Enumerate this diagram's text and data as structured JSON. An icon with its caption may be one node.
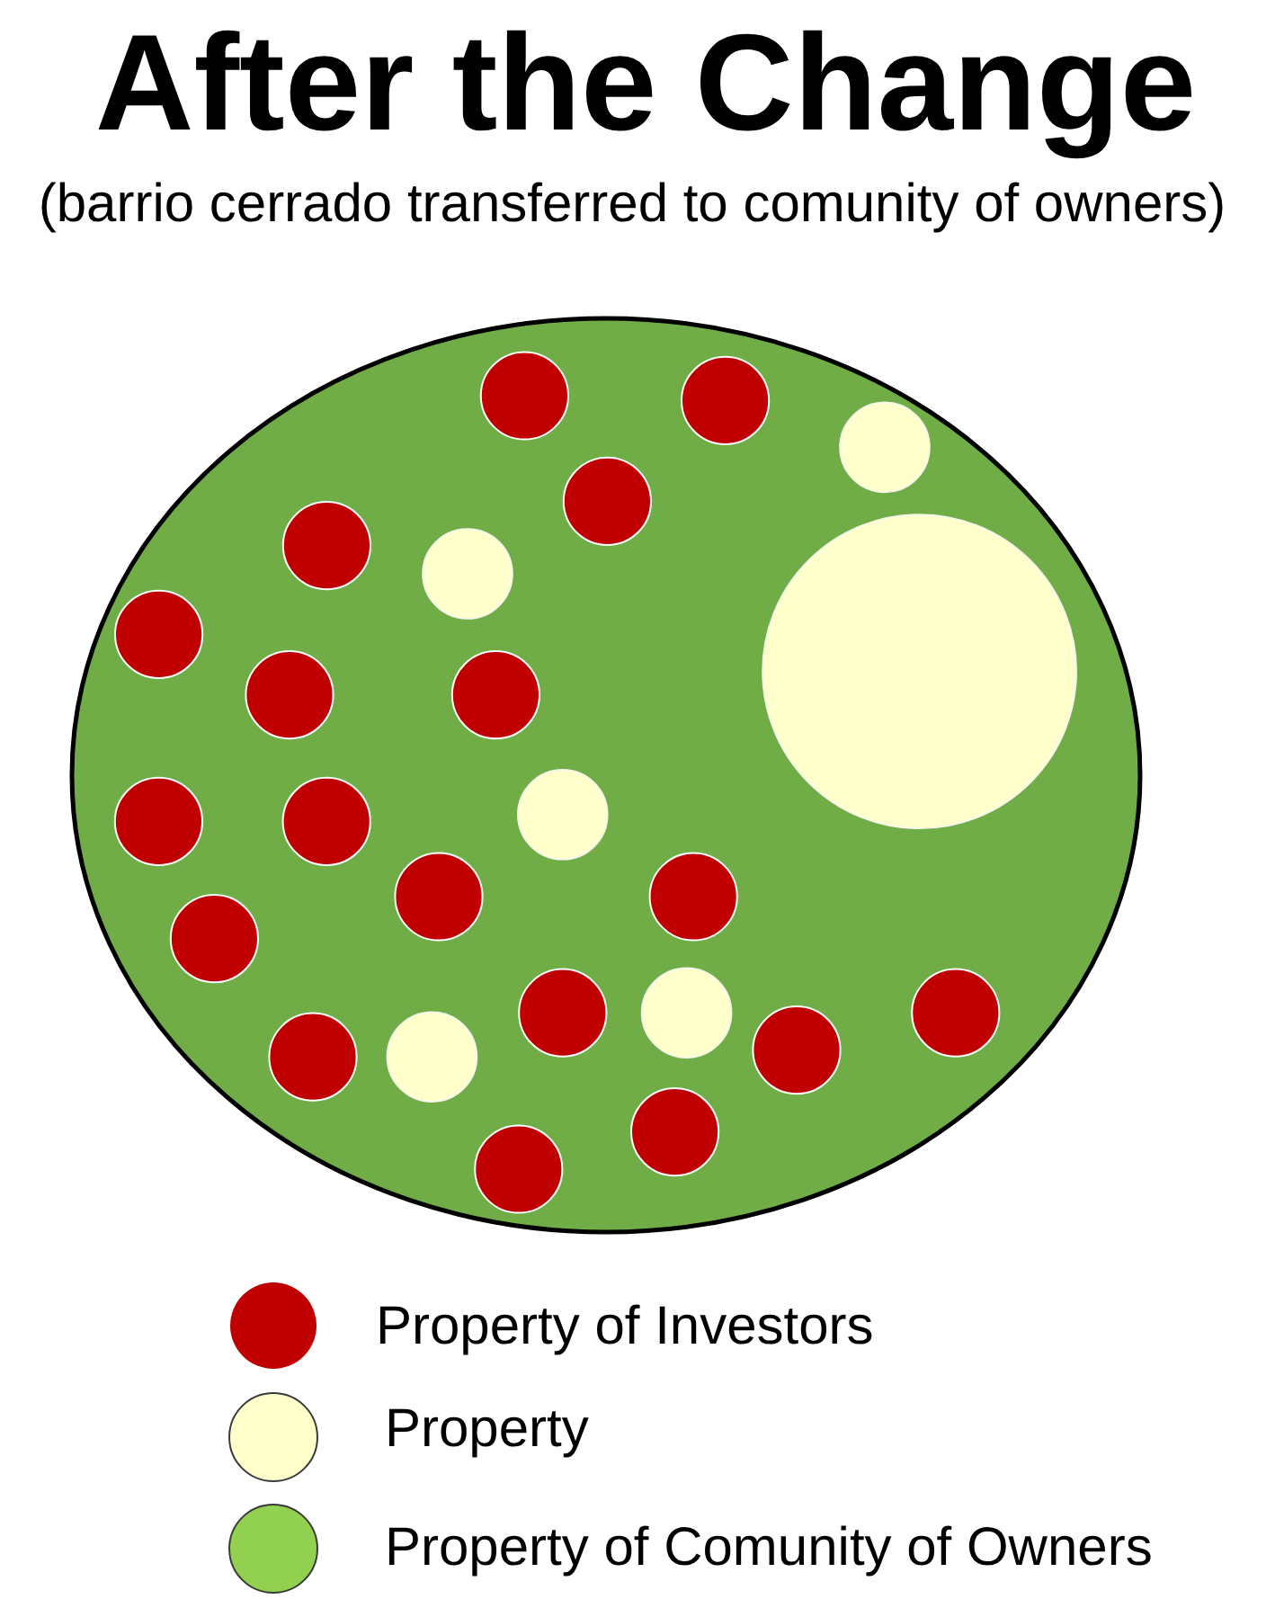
{
  "diagram": {
    "title": "After the Change",
    "labels": [
      "(barrio cerrado transferred to comunity of owners)"
    ],
    "legend": [
      {
        "text": "Property of Investors",
        "color": "#c00000"
      },
      {
        "text": "Property",
        "color": "#ffffcc"
      },
      {
        "text": "Property of Comunity of Owners",
        "color": "#92d050"
      }
    ]
  }
}
